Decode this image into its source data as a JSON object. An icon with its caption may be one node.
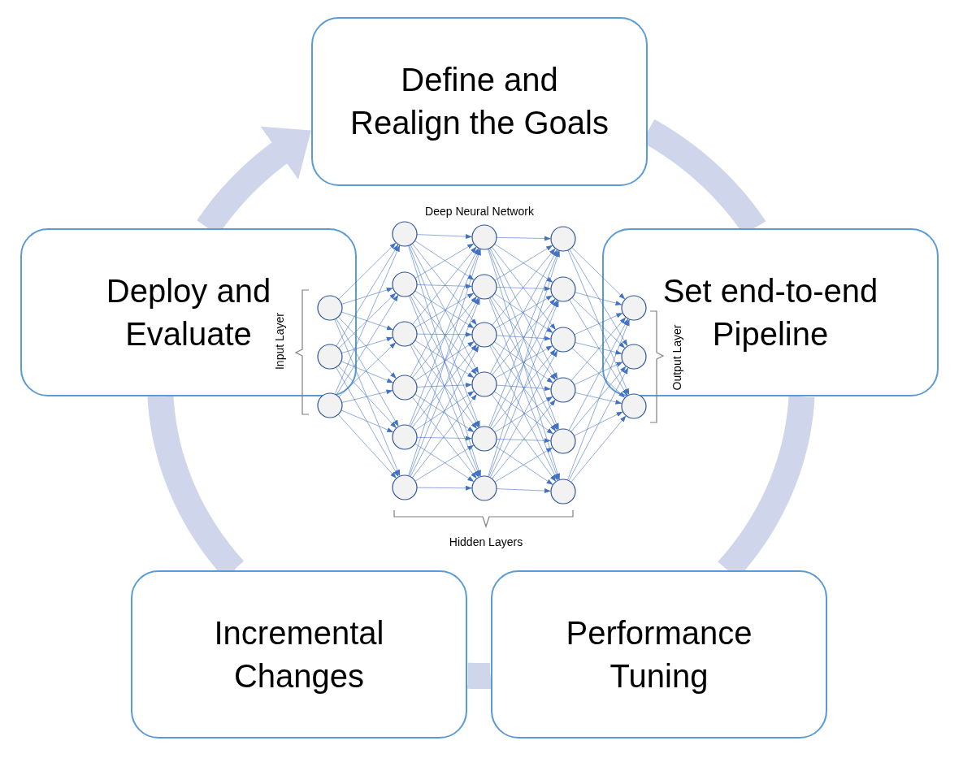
{
  "diagram": {
    "nodes": [
      {
        "text": [
          "Define and Realign the Goals"
        ]
      },
      {
        "text": [
          "Set end-to-end Pipeline"
        ]
      },
      {
        "text": [
          "Performance Tuning"
        ]
      },
      {
        "text": [
          "Incremental Changes"
        ]
      },
      {
        "text": [
          "Deploy and Evaluate"
        ]
      }
    ],
    "edges": [
      {
        "from": 0,
        "to": 1,
        "arrow": "none"
      },
      {
        "from": 1,
        "to": 2,
        "arrow": "none"
      },
      {
        "from": 2,
        "to": 3,
        "arrow": "none"
      },
      {
        "from": 3,
        "to": 4,
        "arrow": "none"
      },
      {
        "from": 4,
        "to": 0,
        "arrow": "to"
      }
    ],
    "labels": [
      "Deep Neural Network",
      "Input Layer",
      "Output Layer",
      "Hidden Layers"
    ]
  }
}
